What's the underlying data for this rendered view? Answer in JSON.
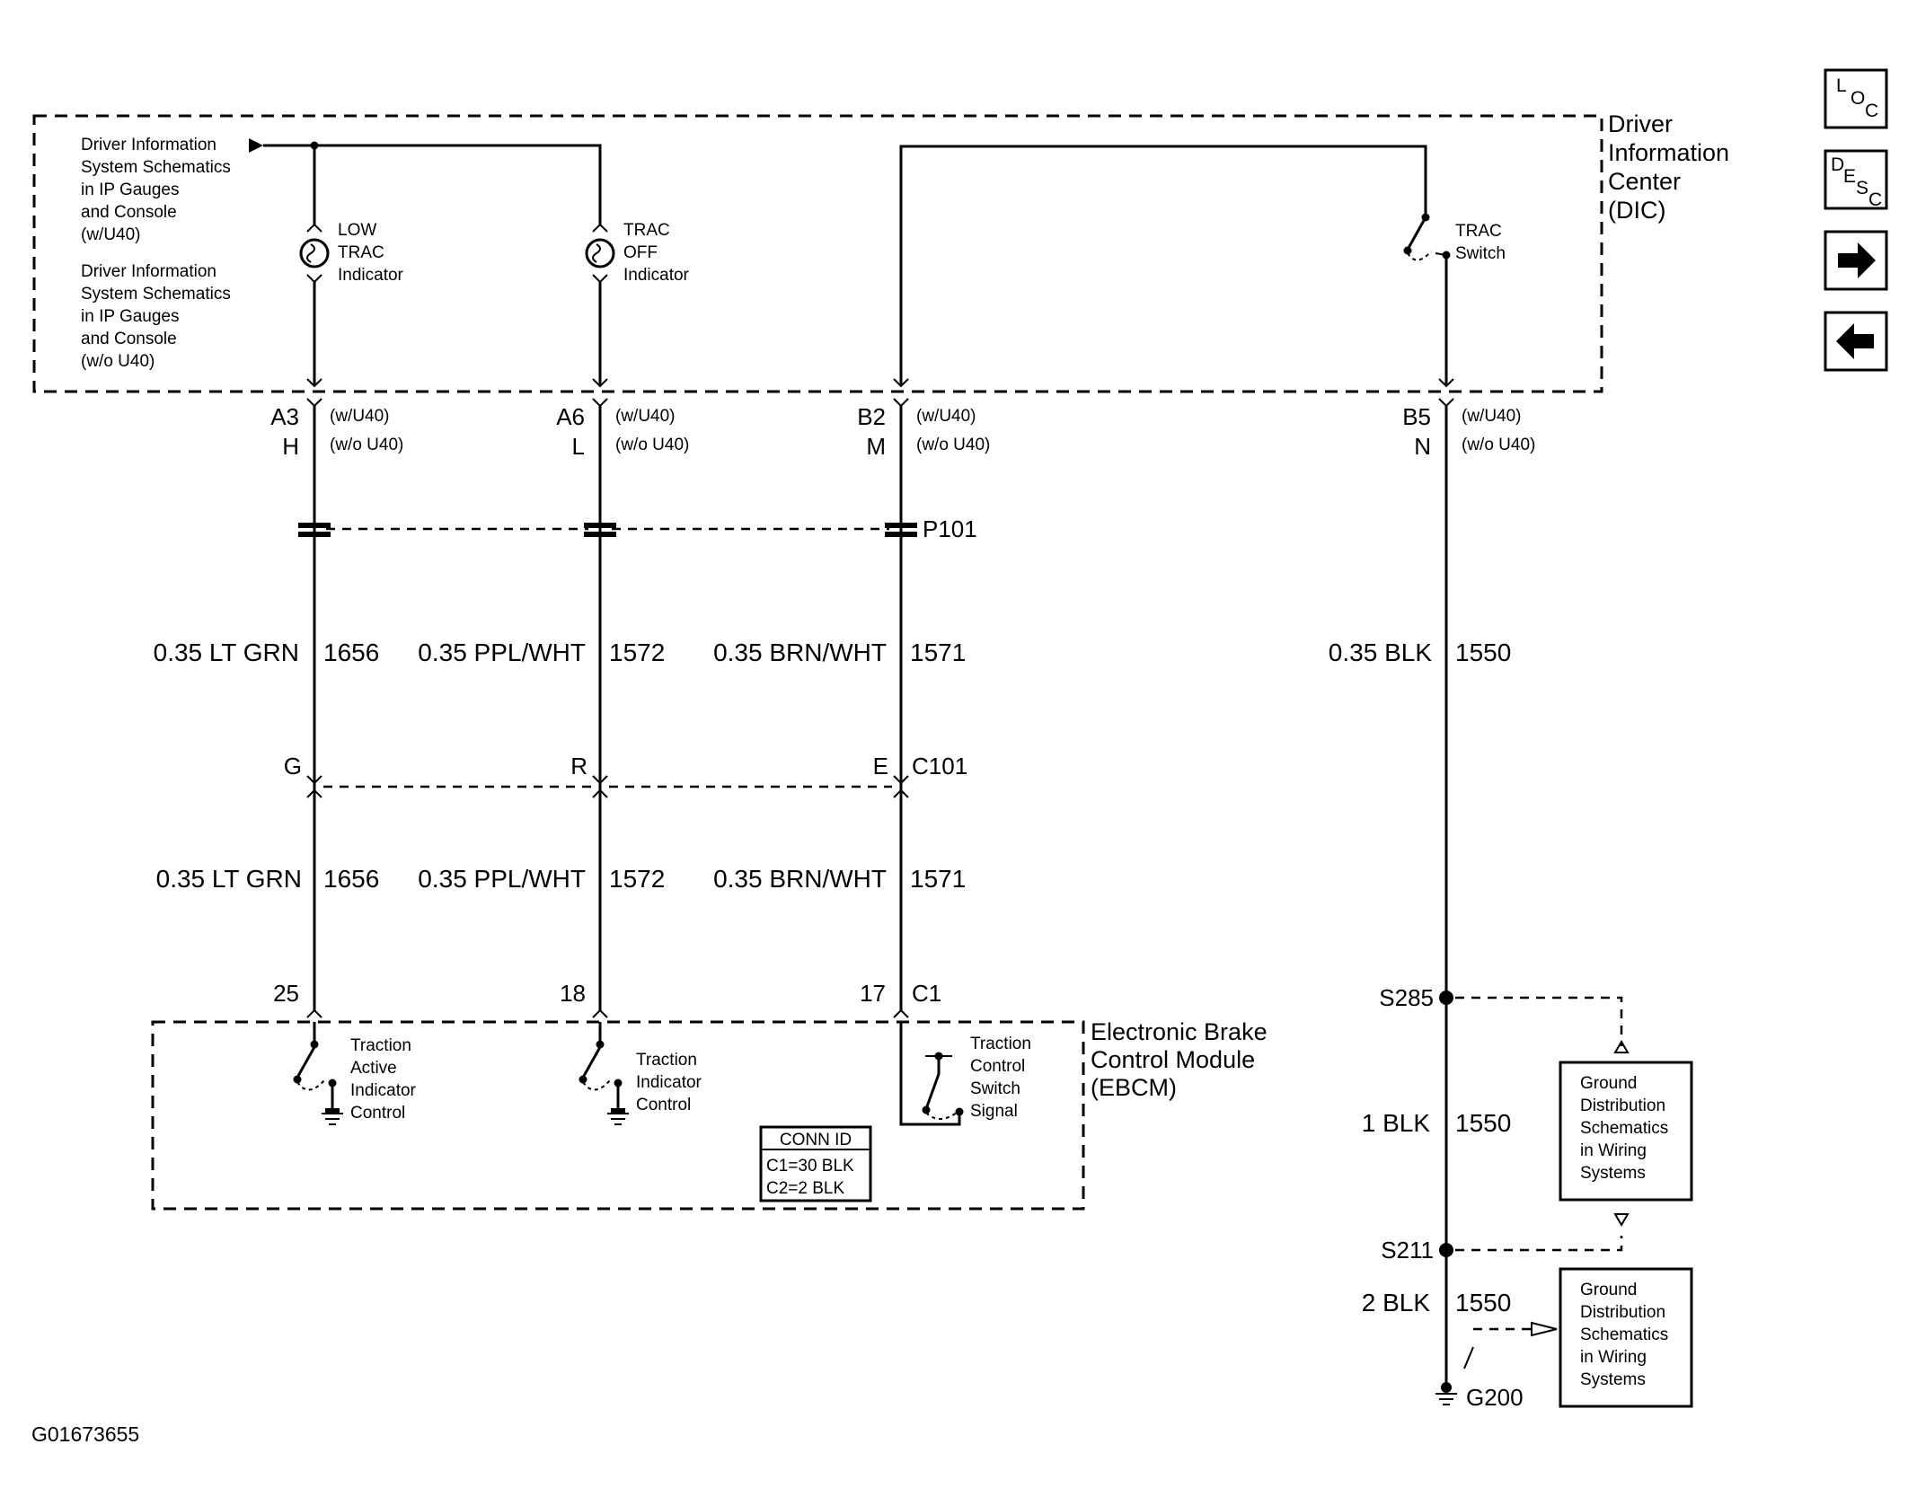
{
  "nav_buttons": {
    "loc": {
      "letters": [
        "L",
        "O",
        "C"
      ]
    },
    "desc": {
      "letters": [
        "D",
        "E",
        "S",
        "C"
      ]
    },
    "next": {
      "icon": "arrow-right-icon"
    },
    "prev": {
      "icon": "arrow-left-icon"
    }
  },
  "dic": {
    "title_lines": [
      "Driver",
      "Information",
      "Center",
      "(DIC)"
    ],
    "ref_with": [
      "Driver Information",
      "System Schematics",
      "in IP Gauges",
      "and Console",
      "(w/U40)"
    ],
    "ref_without": [
      "Driver Information",
      "System Schematics",
      "in IP Gauges",
      "and Console",
      "(w/o U40)"
    ],
    "low_trac": [
      "LOW",
      "TRAC",
      "Indicator"
    ],
    "trac_off": [
      "TRAC",
      "OFF",
      "Indicator"
    ],
    "trac_switch": [
      "TRAC",
      "Switch"
    ]
  },
  "dic_connector": {
    "with_label": "(w/U40)",
    "without_label": "(w/o U40)",
    "pins": [
      {
        "with": "A3",
        "without": "H"
      },
      {
        "with": "A6",
        "without": "L"
      },
      {
        "with": "B2",
        "without": "M"
      },
      {
        "with": "B5",
        "without": "N"
      }
    ]
  },
  "p101": "P101",
  "c101": {
    "name": "C101",
    "pins": [
      "G",
      "R",
      "E"
    ]
  },
  "wires_upper": [
    {
      "size_color": "0.35 LT GRN",
      "circuit": "1656"
    },
    {
      "size_color": "0.35 PPL/WHT",
      "circuit": "1572"
    },
    {
      "size_color": "0.35 BRN/WHT",
      "circuit": "1571"
    },
    {
      "size_color": "0.35 BLK",
      "circuit": "1550"
    }
  ],
  "wires_lower": [
    {
      "size_color": "0.35 LT GRN",
      "circuit": "1656"
    },
    {
      "size_color": "0.35 PPL/WHT",
      "circuit": "1572"
    },
    {
      "size_color": "0.35 BRN/WHT",
      "circuit": "1571"
    }
  ],
  "ebcm": {
    "title_lines": [
      "Electronic Brake",
      "Control Module",
      "(EBCM)"
    ],
    "connector": "C1",
    "pins": [
      "25",
      "18",
      "17"
    ],
    "tac": [
      "Traction",
      "Active",
      "Indicator",
      "Control"
    ],
    "tic": [
      "Traction",
      "Indicator",
      "Control"
    ],
    "tcs": [
      "Traction",
      "Control",
      "Switch",
      "Signal"
    ],
    "conn_id": {
      "header": "CONN ID",
      "rows": [
        "C1=30 BLK",
        "C2=2 BLK"
      ]
    }
  },
  "ground": {
    "s285": "S285",
    "s211": "S211",
    "g200": "G200",
    "wire_1": {
      "size_color": "1 BLK",
      "circuit": "1550"
    },
    "wire_2": {
      "size_color": "2 BLK",
      "circuit": "1550"
    },
    "ref_box": [
      "Ground",
      "Distribution",
      "Schematics",
      "in Wiring",
      "Systems"
    ]
  },
  "figure_id": "G01673655"
}
